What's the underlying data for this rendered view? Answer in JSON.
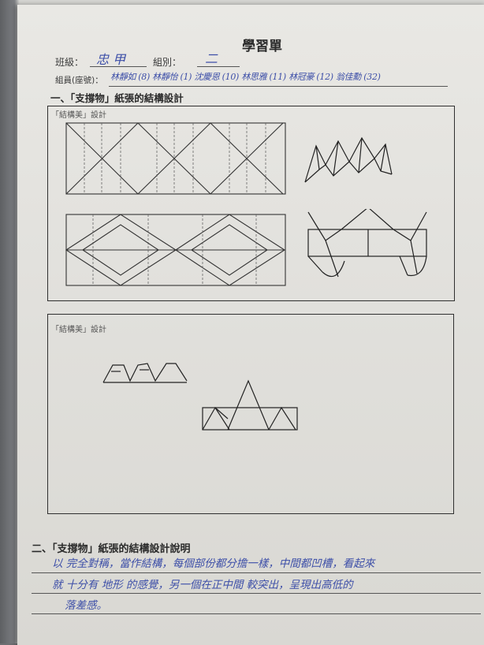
{
  "sheet": {
    "title": "學習單",
    "class_label": "班級：",
    "class_value": "忠 甲",
    "group_label": "組別：",
    "group_value": "二",
    "members_label": "組員(座號)：",
    "members_value": "林靜如 (8) 林靜怡 (1) 沈慶恩 (10) 林思雅 (11) 林冠豪 (12) 翁佳勳 (32)"
  },
  "section1": {
    "heading": "一、「支撐物」紙張的結構設計",
    "box_label": "「結構美」設計"
  },
  "section1b": {
    "box_label": "「結構美」設計"
  },
  "section2": {
    "heading": "二、「支撐物」紙張的結構設計說明",
    "lines": [
      "以 完全對稱，當作結構，每個部份都分擔一樣，中間都凹槽，看起來",
      "就 十分有 地形 的感覺，另一個在正中間 較突出，呈現出高低的",
      "落差感。"
    ]
  },
  "colors": {
    "ink_blue": "#3d4fa8",
    "print_black": "#2a2a2a",
    "paper": "#e6e5e1"
  }
}
